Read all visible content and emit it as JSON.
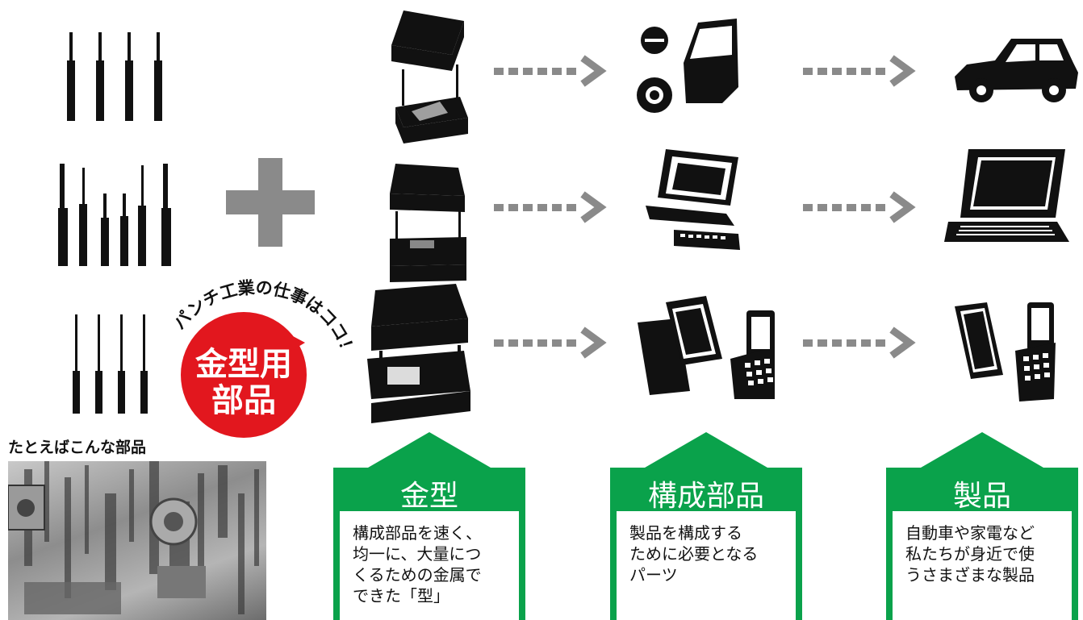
{
  "photo_caption": "たとえばこんな部品",
  "badge": {
    "arc_text": "パンチ工業の仕事はココ！",
    "line1": "金型用",
    "line2": "部品"
  },
  "cards": [
    {
      "title": "金型",
      "desc": "構成部品を速く、\n均一に、大量につ\nくるための金属で\nできた「型」"
    },
    {
      "title": "構成部品",
      "desc": "製品を構成する\nために必要となる\nパーツ"
    },
    {
      "title": "製品",
      "desc": "自動車や家電など\n私たちが身近で使\nうさまざまな製品"
    }
  ],
  "colors": {
    "green": "#0aa24b",
    "arrow_gray": "#8a8a8a",
    "badge_red": "#e2171e",
    "silhouette": "#111111"
  }
}
